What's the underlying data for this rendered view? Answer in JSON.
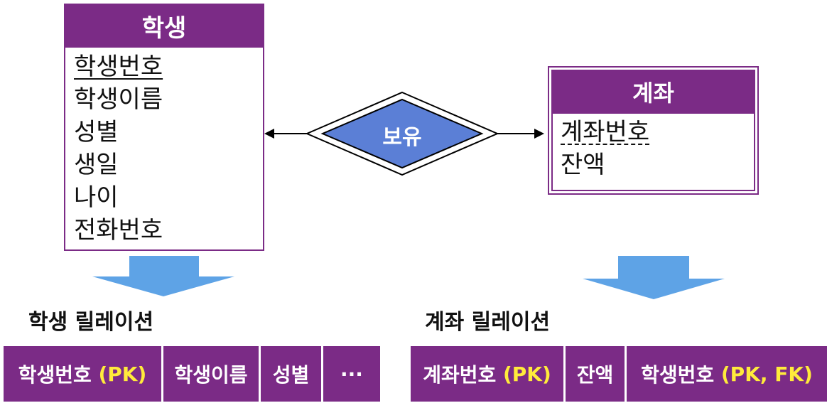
{
  "student_entity": {
    "title": "학생",
    "attributes": [
      "학생번호",
      "학생이름",
      "성별",
      "생일",
      "나이",
      "전화번호"
    ]
  },
  "account_entity": {
    "title": "계좌",
    "attributes": [
      "계좌번호",
      "잔액"
    ]
  },
  "relationship": {
    "label": "보유"
  },
  "student_relation": {
    "label": "학생 릴레이션",
    "columns": [
      {
        "name": "학생번호",
        "tag": "(PK)"
      },
      {
        "name": "학생이름",
        "tag": ""
      },
      {
        "name": "성별",
        "tag": ""
      },
      {
        "name": "···",
        "tag": ""
      }
    ]
  },
  "account_relation": {
    "label": "계좌 릴레이션",
    "columns": [
      {
        "name": "계좌번호",
        "tag": "(PK)"
      },
      {
        "name": "잔액",
        "tag": ""
      },
      {
        "name": "학생번호",
        "tag": "(PK, FK)"
      }
    ]
  },
  "colors": {
    "entity_purple": "#7b2b86",
    "relationship_blue": "#5b7fd6",
    "arrow_blue": "#5ea3e6",
    "key_yellow": "#ffeb3b"
  }
}
